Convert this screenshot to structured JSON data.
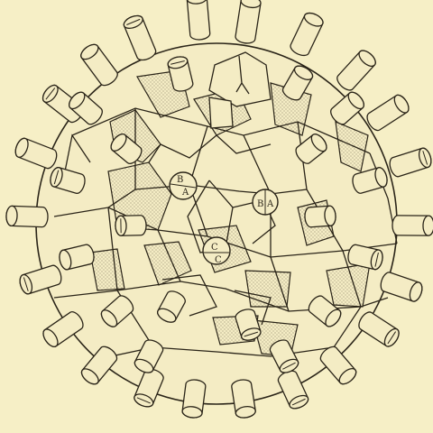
{
  "figure": {
    "background": "#f6efc6",
    "ink": "#2a2418",
    "stipple": "#bdb595",
    "labels": [
      "B",
      "A",
      "B",
      "A",
      "C",
      "C"
    ]
  }
}
